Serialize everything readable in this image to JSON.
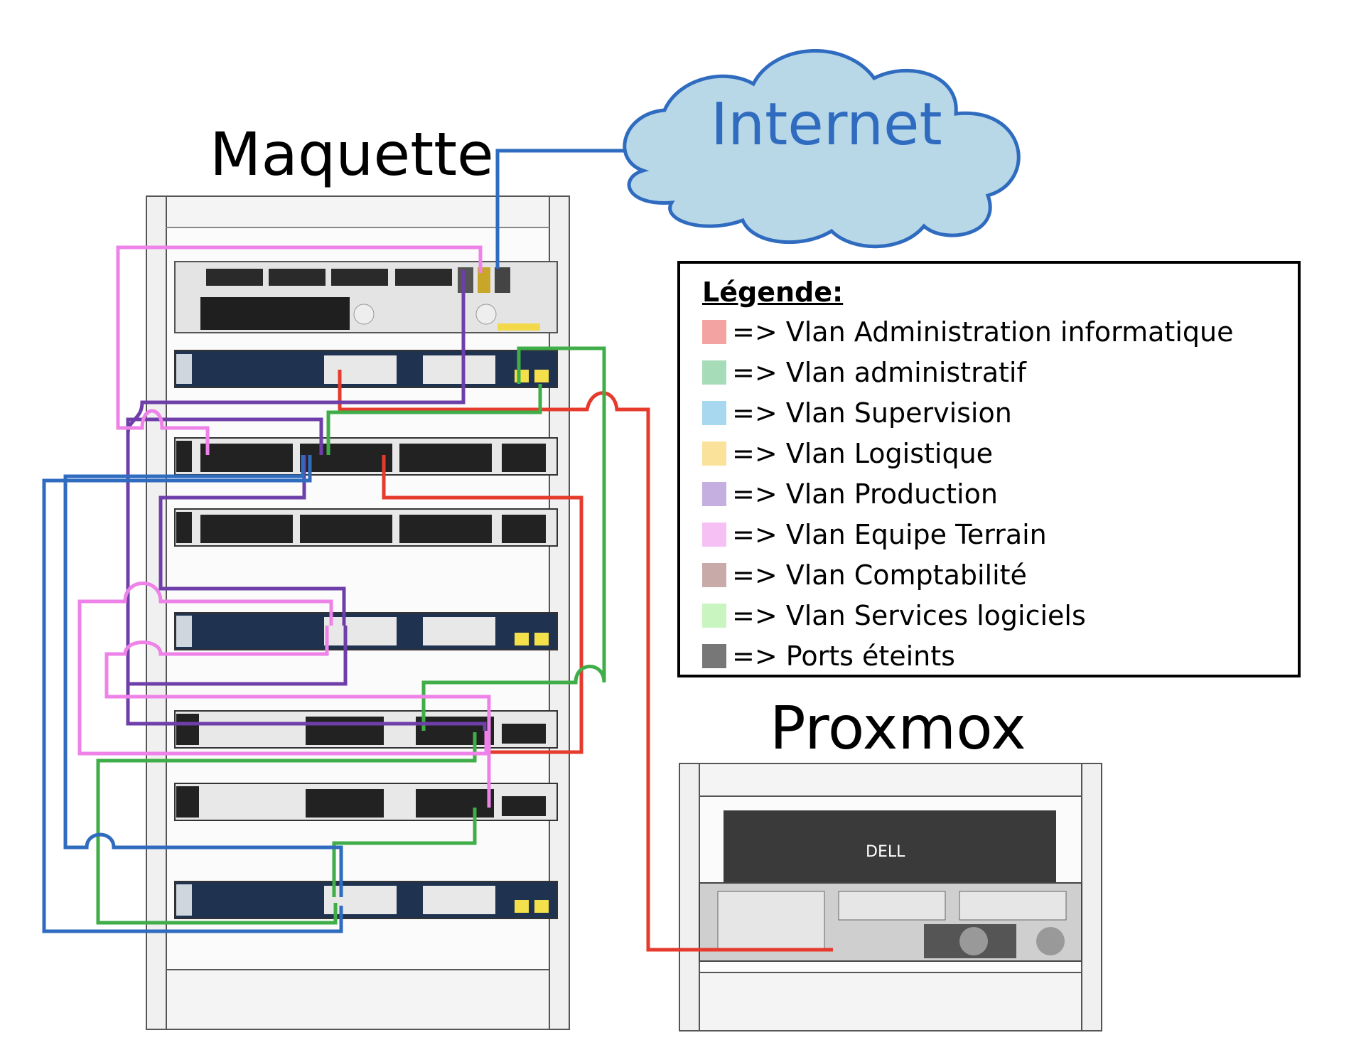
{
  "titles": {
    "maquette": "Maquette",
    "proxmox": "Proxmox",
    "internet": "Internet"
  },
  "legend": {
    "title": "Légende:",
    "items": [
      {
        "label": "=> Vlan Administration informatique",
        "color": "#f4a3a3"
      },
      {
        "label": "=> Vlan administratif",
        "color": "#a7dcb9"
      },
      {
        "label": "=> Vlan Supervision",
        "color": "#a8d8f0"
      },
      {
        "label": "=> Vlan Logistique",
        "color": "#fbe29b"
      },
      {
        "label": "=> Vlan Production",
        "color": "#c5aee0"
      },
      {
        "label": "=> Vlan Equipe Terrain",
        "color": "#f6c0f4"
      },
      {
        "label": "=> Vlan Comptabilité",
        "color": "#c8aba8"
      },
      {
        "label": "=> Vlan Services logiciels",
        "color": "#c9f5c0"
      },
      {
        "label": "=> Ports éteints",
        "color": "#777777"
      }
    ]
  },
  "cable_colors": {
    "internet": "#2f6bbf",
    "admin": "#e53a2c",
    "green": "#3fae49",
    "purple": "#6e3fa8",
    "pink": "#ee82e8",
    "blue": "#2f6bbf"
  },
  "vendor_logo": "DELL"
}
